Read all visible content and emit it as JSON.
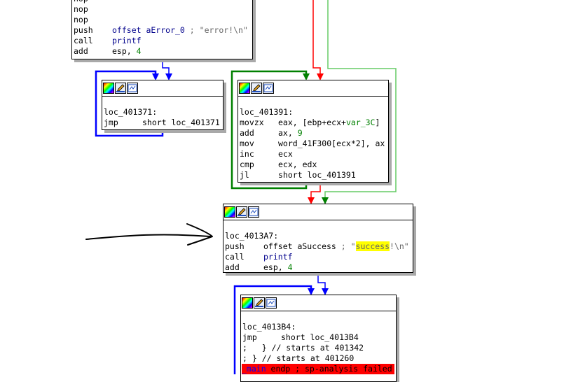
{
  "colors": {
    "edge_uncond": "#0000ff",
    "edge_true": "#008000",
    "edge_false": "#ff0000",
    "edge_true_light": "#66cc66",
    "highlight": "#ffff00",
    "endp_bg": "#ff0000"
  },
  "icons": [
    "color-palette-icon",
    "edit-node-icon",
    "graph-view-icon"
  ],
  "blocks": {
    "top": {
      "l1": {
        "mn": "nop"
      },
      "l2": {
        "mn": "nop"
      },
      "l3": {
        "mn": "nop"
      },
      "l4": {
        "mn": "push",
        "op": "offset aError_0",
        "cmt_pre": " ; ",
        "str": "\"error!\\n\""
      },
      "l5": {
        "mn": "call",
        "op": "printf"
      },
      "l6": {
        "mn": "add",
        "op": "esp, ",
        "num": "4"
      }
    },
    "b371": {
      "label": "loc_401371:",
      "l1": {
        "mn": "jmp",
        "op": "short loc_401371"
      }
    },
    "b391": {
      "label": "loc_401391:",
      "l1": {
        "mn": "movzx",
        "op": "eax, [ebp+ecx+",
        "var": "var_3C",
        "tail": "]"
      },
      "l2": {
        "mn": "add",
        "op": "ax, ",
        "num": "9"
      },
      "l3": {
        "mn": "mov",
        "op": "word_41F300[ecx*2], ax"
      },
      "l4": {
        "mn": "inc",
        "op": "ecx"
      },
      "l5": {
        "mn": "cmp",
        "op": "ecx, edx"
      },
      "l6": {
        "mn": "jl",
        "op": "short loc_401391"
      }
    },
    "b3a7": {
      "label": "loc_4013A7:",
      "l1": {
        "mn": "push",
        "op": "offset aSuccess",
        "cmt_pre": " ; \"",
        "hl": "success",
        "cmt_post": "!\\n\""
      },
      "l2": {
        "mn": "call",
        "op": "printf"
      },
      "l3": {
        "mn": "add",
        "op": "esp, ",
        "num": "4"
      }
    },
    "b3b4": {
      "label": "loc_4013B4:",
      "l1": {
        "mn": "jmp",
        "op": "short loc_4013B4"
      },
      "l2": {
        "text": ";   } // starts at 401342"
      },
      "l3": {
        "text": "; } // starts at 401260"
      },
      "l4": {
        "main": "_main",
        "rest": " endp ; sp-analysis failed"
      }
    }
  }
}
